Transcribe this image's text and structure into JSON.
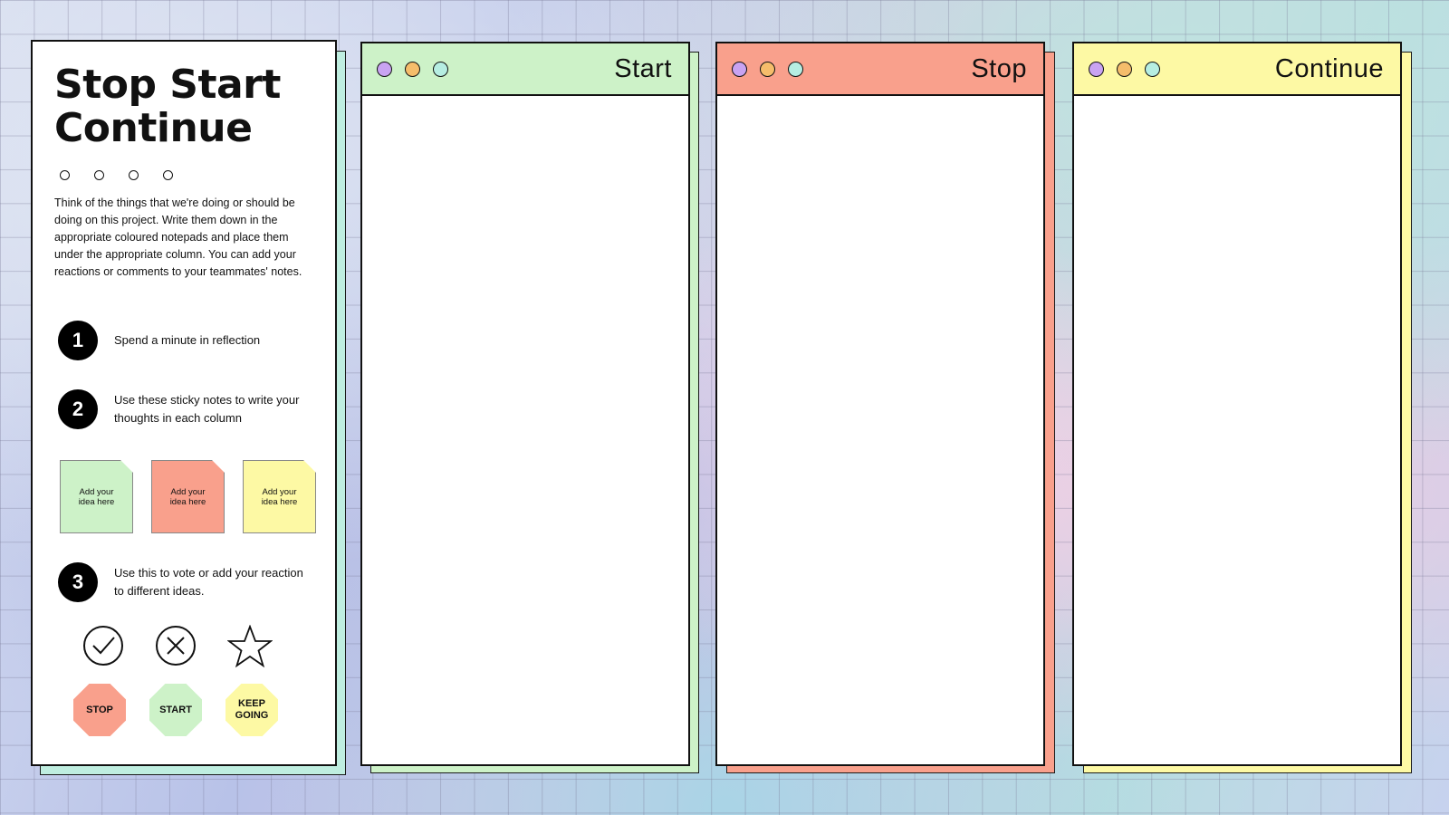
{
  "instructions": {
    "title_line1": "Stop Start",
    "title_line2": "Continue",
    "description": "Think of the things that we're doing or should be doing on this project. Write them down in the appropriate coloured notepads and place them under the appropriate column. You can add your reactions or comments to your teammates' notes.",
    "steps": [
      {
        "number": "1",
        "text": "Spend a minute in reflection"
      },
      {
        "number": "2",
        "text": "Use these sticky notes to write your thoughts in each column"
      },
      {
        "number": "3",
        "text": "Use this to vote or add your reaction to different ideas."
      }
    ],
    "sticky_notes": [
      {
        "text": "Add your idea here",
        "color": "#cdf2c8"
      },
      {
        "text": "Add your idea here",
        "color": "#f9a08c"
      },
      {
        "text": "Add your idea here",
        "color": "#fdf9a4"
      }
    ],
    "reaction_icons": [
      "check-circle-icon",
      "x-circle-icon",
      "star-icon"
    ],
    "reaction_stickers": [
      {
        "text": "STOP",
        "color": "#f9a08c"
      },
      {
        "text": "START",
        "color": "#cdf2c8"
      },
      {
        "text": "KEEP GOING",
        "color": "#fdf9a4"
      }
    ]
  },
  "columns": [
    {
      "title": "Start",
      "color": "#cdf2c8"
    },
    {
      "title": "Stop",
      "color": "#f9a08c"
    },
    {
      "title": "Continue",
      "color": "#fdf9a4"
    }
  ],
  "colors": {
    "dot_purple": "#c9a3f2",
    "dot_orange": "#f5bd6b",
    "dot_teal": "#b6eee2"
  }
}
